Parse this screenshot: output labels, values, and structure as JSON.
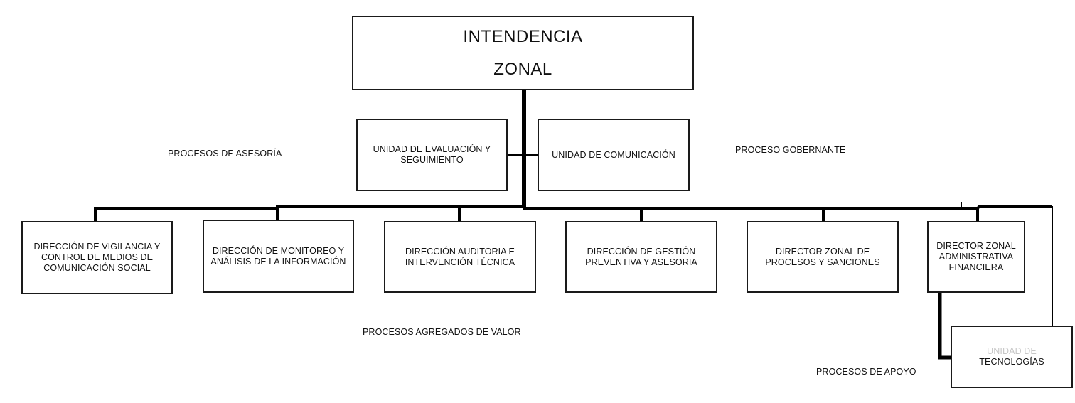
{
  "diagram": {
    "top": {
      "line1": "INTENDENCIA",
      "line2": "ZONAL"
    },
    "advisory_units": [
      {
        "label": "UNIDAD DE EVALUACIÓN Y SEGUIMIENTO"
      },
      {
        "label": "UNIDAD DE COMUNICACIÓN"
      }
    ],
    "directions": [
      {
        "label": "DIRECCIÓN DE VIGILANCIA Y CONTROL DE MEDIOS DE COMUNICACIÓN SOCIAL"
      },
      {
        "label": "DIRECCIÓN DE MONITOREO Y ANÁLISIS DE LA INFORMACIÓN"
      },
      {
        "label": "DIRECCIÓN AUDITORIA E INTERVENCIÓN TÉCNICA"
      },
      {
        "label": "DIRECCIÓN DE GESTIÓN PREVENTIVA Y ASESORIA"
      },
      {
        "label": "DIRECTOR ZONAL DE PROCESOS Y SANCIONES"
      },
      {
        "label": "DIRECTOR ZONAL ADMINISTRATIVA FINANCIERA"
      }
    ],
    "support_unit": {
      "line1": "UNIDAD DE",
      "line2": "TECNOLOGÍAS"
    },
    "process_labels": {
      "advisory": "PROCESOS DE ASESORÍA",
      "governing": "PROCESO GOBERNANTE",
      "value_added": "PROCESOS AGREGADOS DE VALOR",
      "support": "PROCESOS DE APOYO"
    }
  }
}
